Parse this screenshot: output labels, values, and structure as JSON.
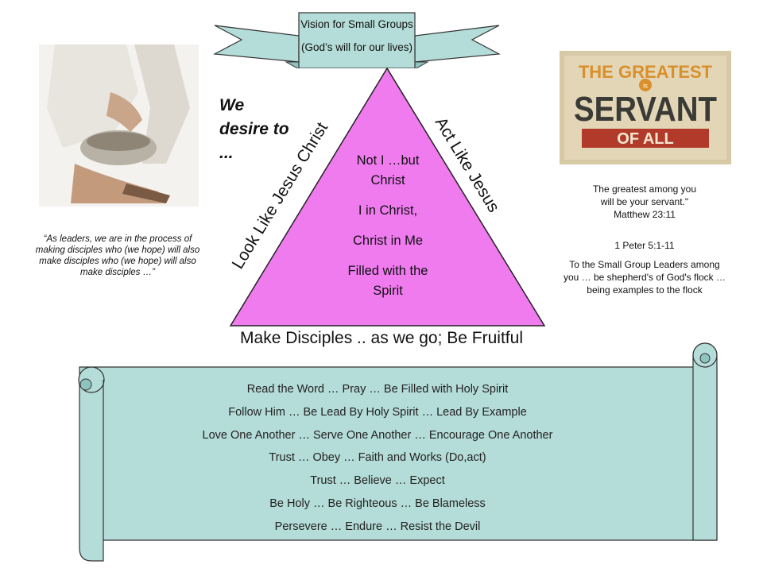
{
  "banner": {
    "line1": "Vision for Small Groups",
    "line2": "(God’s will for our lives)"
  },
  "left_heading": [
    "We",
    "desire to",
    "..."
  ],
  "triangle": {
    "left_side_label": "Look Like Jesus Christ",
    "right_side_label": "Act Like Jesus",
    "inner_lines": [
      "Not I …but",
      "Christ",
      "I in Christ,",
      "Christ in Me",
      "Filled with the",
      "Spirit"
    ],
    "base_label": "Make Disciples .. as we go; Be Fruitful",
    "fill_color": "#ef7bef"
  },
  "left_quote": "“As leaders, we are in the process of making disciples who (we hope) will also make disciples who (we hope) will also make disciples …”",
  "right_image": {
    "line1": "THE GREATEST",
    "badge": "is",
    "line2": "SERVANT",
    "line3": "OF ALL"
  },
  "right_quote": {
    "text": "The greatest among you will be your servant.\"",
    "reference": "Matthew 23:11"
  },
  "right_reference": "1 Peter 5:1-11",
  "right_leaders": "To the Small Group Leaders among you … be shepherd's of God's flock … being examples to the flock",
  "scroll": {
    "fill_color": "#b4dcd8",
    "lines": [
      "Read the Word … Pray … Be Filled with Holy Spirit",
      "Follow Him … Be Lead By Holy Spirit … Lead By Example",
      "Love One Another … Serve One Another … Encourage One Another",
      "Trust … Obey … Faith and Works (Do,act)",
      "Trust … Believe … Expect",
      "Be Holy … Be Righteous … Be Blameless",
      "Persevere … Endure … Resist the Devil"
    ]
  }
}
